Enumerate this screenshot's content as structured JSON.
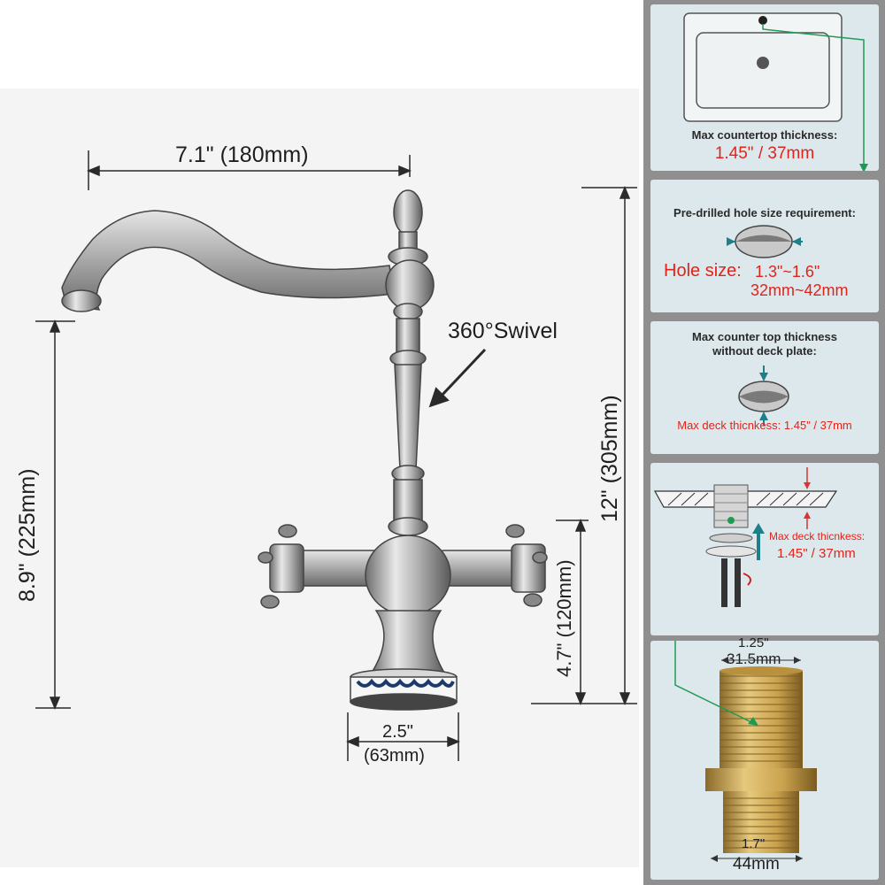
{
  "faucet_dimensions": {
    "spout_reach": "7.1\" (180mm)",
    "swivel_label": "360°Swivel",
    "spout_height": "8.9\" (225mm)",
    "total_height": "12\" (305mm)",
    "handle_height": "4.7\" (120mm)",
    "base_diameter_in": "2.5\"",
    "base_diameter_mm": "(63mm)"
  },
  "installation_panel": {
    "card1": {
      "title": "Max countertop thickness:",
      "value": "1.45\" / 37mm"
    },
    "card2": {
      "title": "Pre-drilled hole size requirement:",
      "label": "Hole size:",
      "value_in": "1.3\"~1.6\"",
      "value_mm": "32mm~42mm"
    },
    "card3": {
      "title_line1": "Max counter top thickness",
      "title_line2": "without deck plate:",
      "value": "Max deck thicnkess: 1.45\" / 37mm"
    },
    "card4": {
      "label": "Max deck thicnkess:",
      "value": "1.45\" / 37mm"
    },
    "card5": {
      "top_in": "1.25\"",
      "top_mm": "31.5mm",
      "bottom_in": "1.7\"",
      "bottom_mm": "44mm"
    }
  },
  "colors": {
    "accent_green": "#1f9a53",
    "text_red": "#e2231a",
    "arrow_teal": "#1e7f88",
    "brass": "#c9a24e",
    "panel_bg": "#8f8f8f",
    "card_bg": "#dde8ec"
  }
}
